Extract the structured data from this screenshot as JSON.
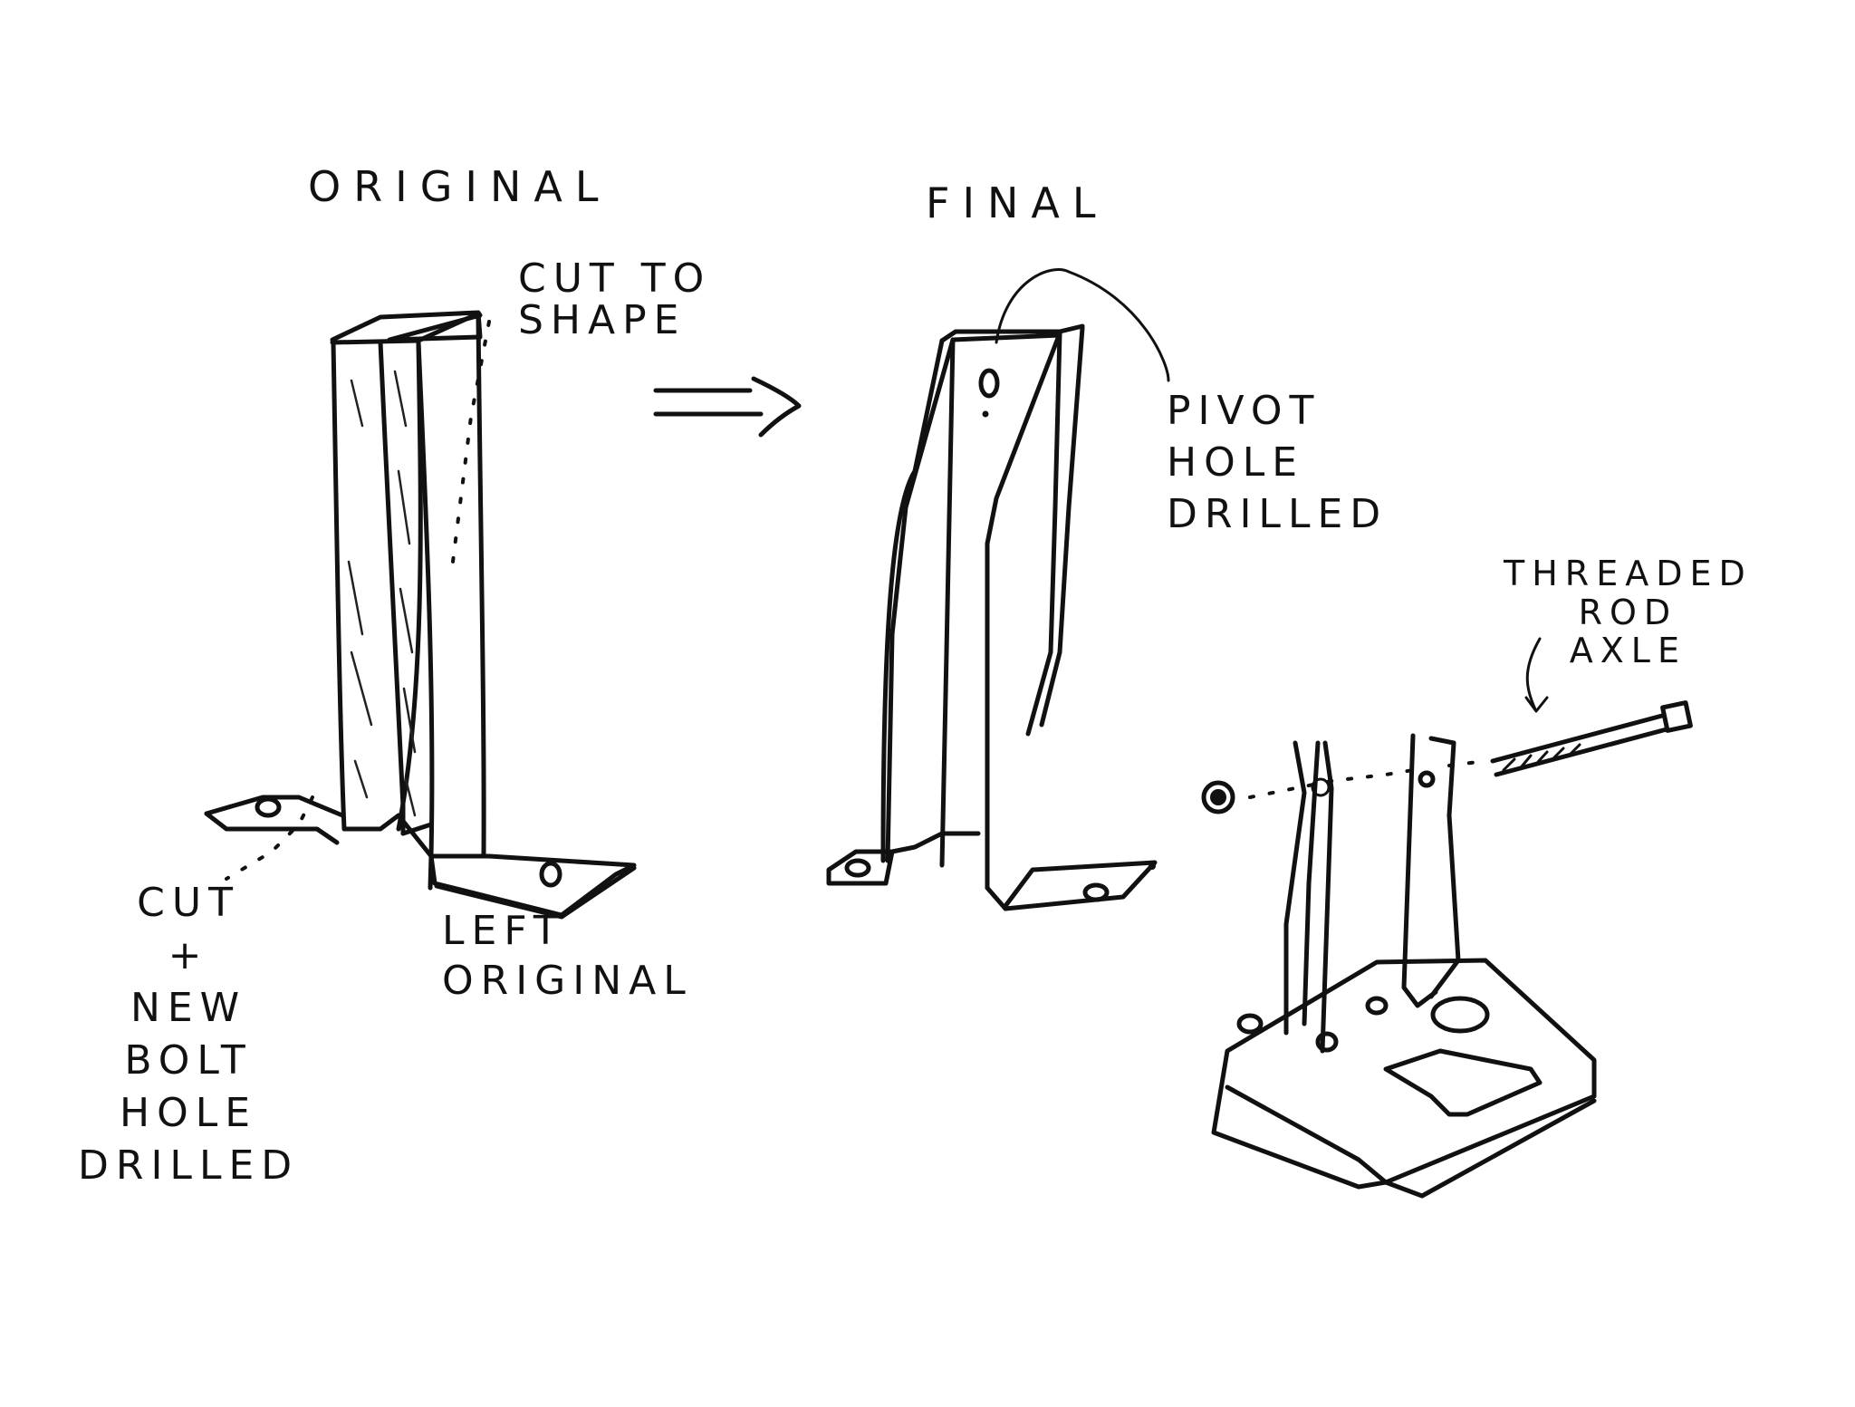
{
  "diagram": {
    "type": "hand-drawn sketch",
    "background": "#ffffff",
    "ink_color": "#111111",
    "panels": [
      {
        "id": "original",
        "title": "ORIGINAL",
        "annotations": [
          {
            "id": "cut-to-shape",
            "text": "CUT TO\nSHAPE"
          },
          {
            "id": "cut-new-bolt-hole",
            "text": "CUT\n+\nNEW\nBOLT\nHOLE\nDRILLED"
          },
          {
            "id": "left-original",
            "text": "LEFT\nORIGINAL"
          }
        ]
      },
      {
        "id": "final",
        "title": "FINAL",
        "annotations": [
          {
            "id": "pivot-hole",
            "text": "PIVOT\nHOLE\nDRILLED"
          }
        ]
      },
      {
        "id": "assembly",
        "title": "",
        "annotations": [
          {
            "id": "threaded-rod",
            "text": "THREADED\nROD\nAXLE"
          }
        ]
      }
    ],
    "connectors": [
      {
        "from": "original",
        "to": "final",
        "type": "double-arrow",
        "symbol": "⟹"
      }
    ]
  }
}
